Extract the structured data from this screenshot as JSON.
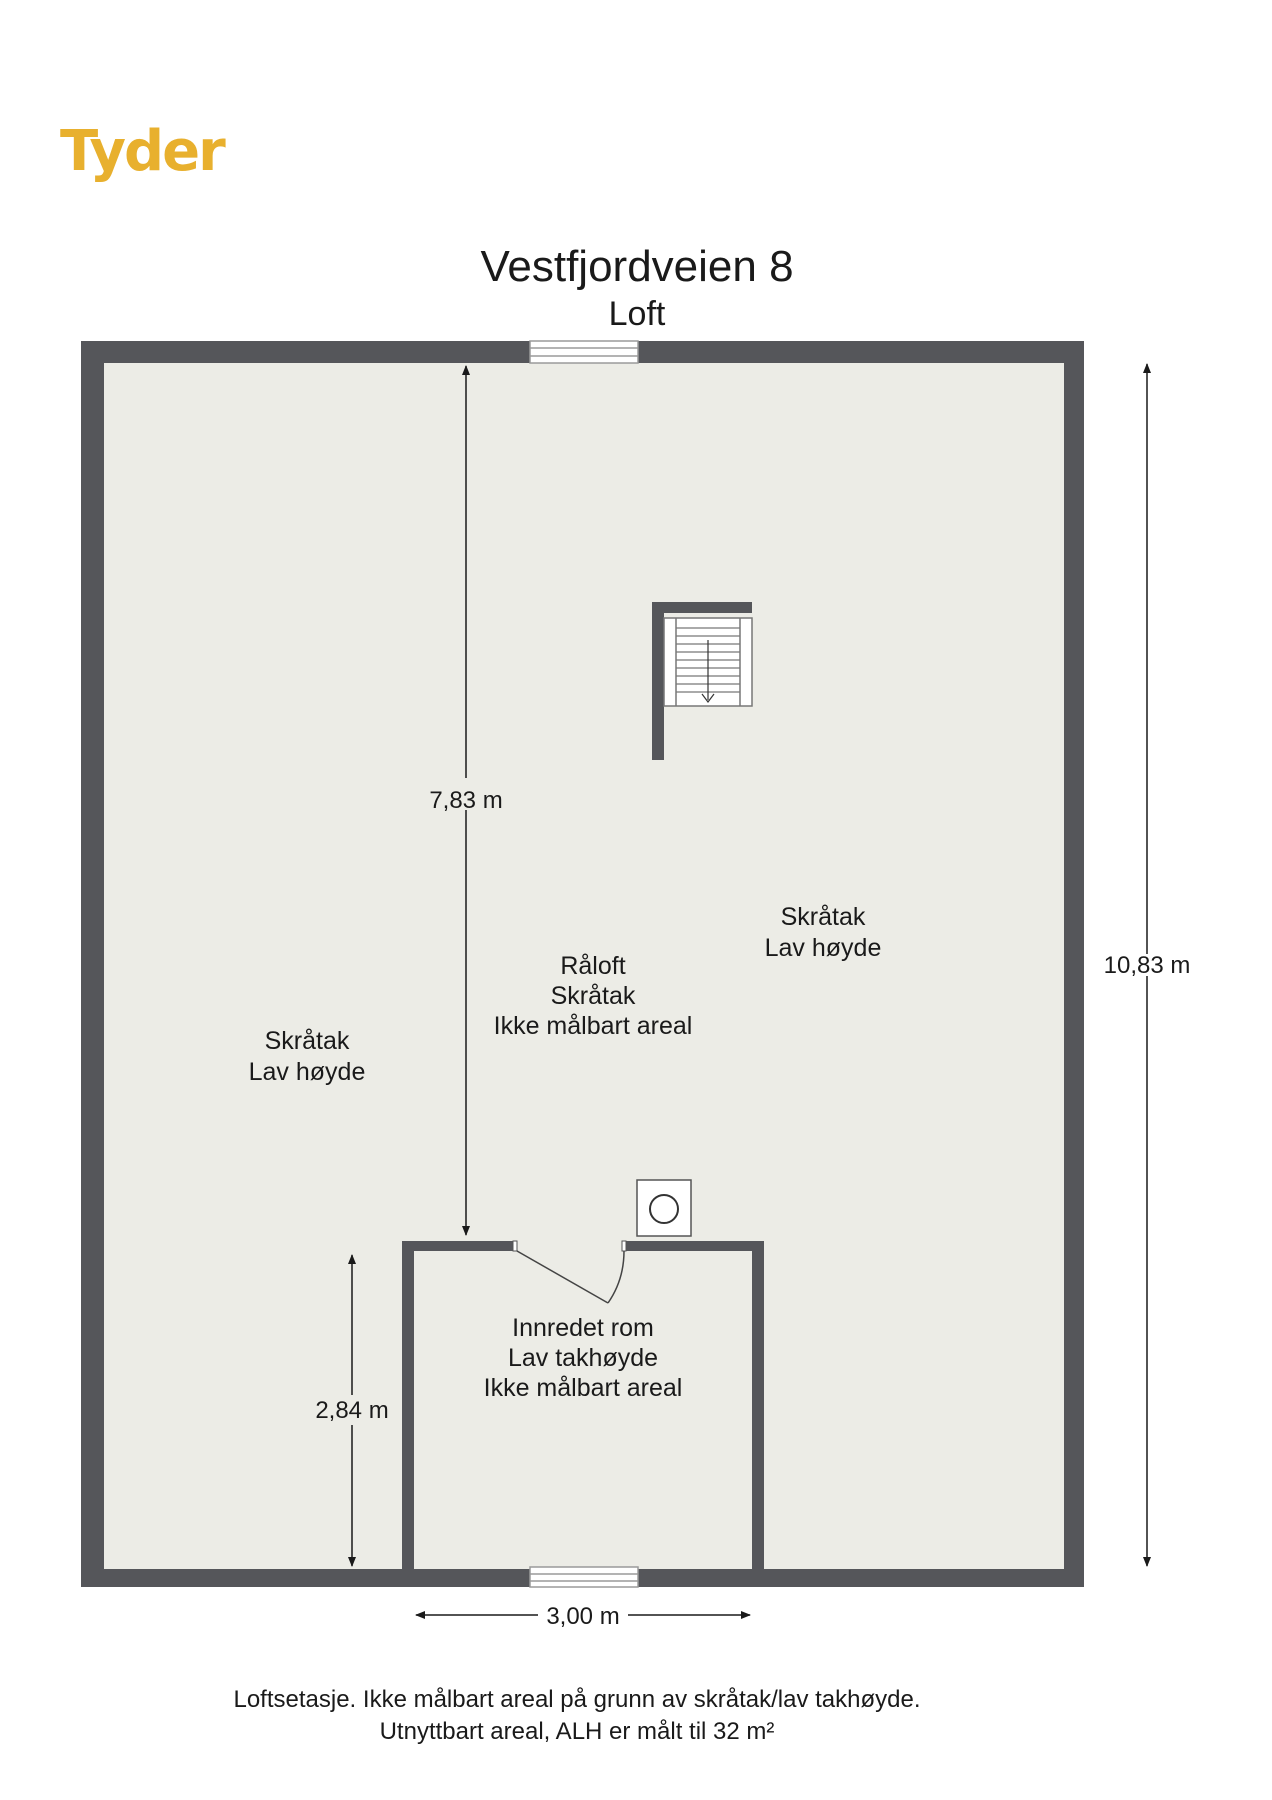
{
  "logo": {
    "text": "Tyder"
  },
  "heading": {
    "title": "Vestfjordveien 8",
    "floor": "Loft"
  },
  "rooms": {
    "left": {
      "line1": "Skråtak",
      "line2": "Lav høyde"
    },
    "center": {
      "line1": "Råloft",
      "line2": "Skråtak",
      "line3": "Ikke målbart areal"
    },
    "right": {
      "line1": "Skråtak",
      "line2": "Lav høyde"
    },
    "inner": {
      "line1": "Innredet rom",
      "line2": "Lav takhøyde",
      "line3": "Ikke målbart areal"
    }
  },
  "dimensions": {
    "height_total": "10,83 m",
    "height_inner_room_to_top": "7,83 m",
    "height_inner_room": "2,84 m",
    "width_inner_room": "3,00 m"
  },
  "footer": {
    "line1": "Loftsetasje. Ikke målbart areal på grunn av skråtak/lav takhøyde.",
    "line2": "Utnyttbart areal, ALH er målt til 32 m²"
  },
  "colors": {
    "brand": "#e8b02e",
    "wall": "#55565a",
    "floor": "#ecece6"
  }
}
